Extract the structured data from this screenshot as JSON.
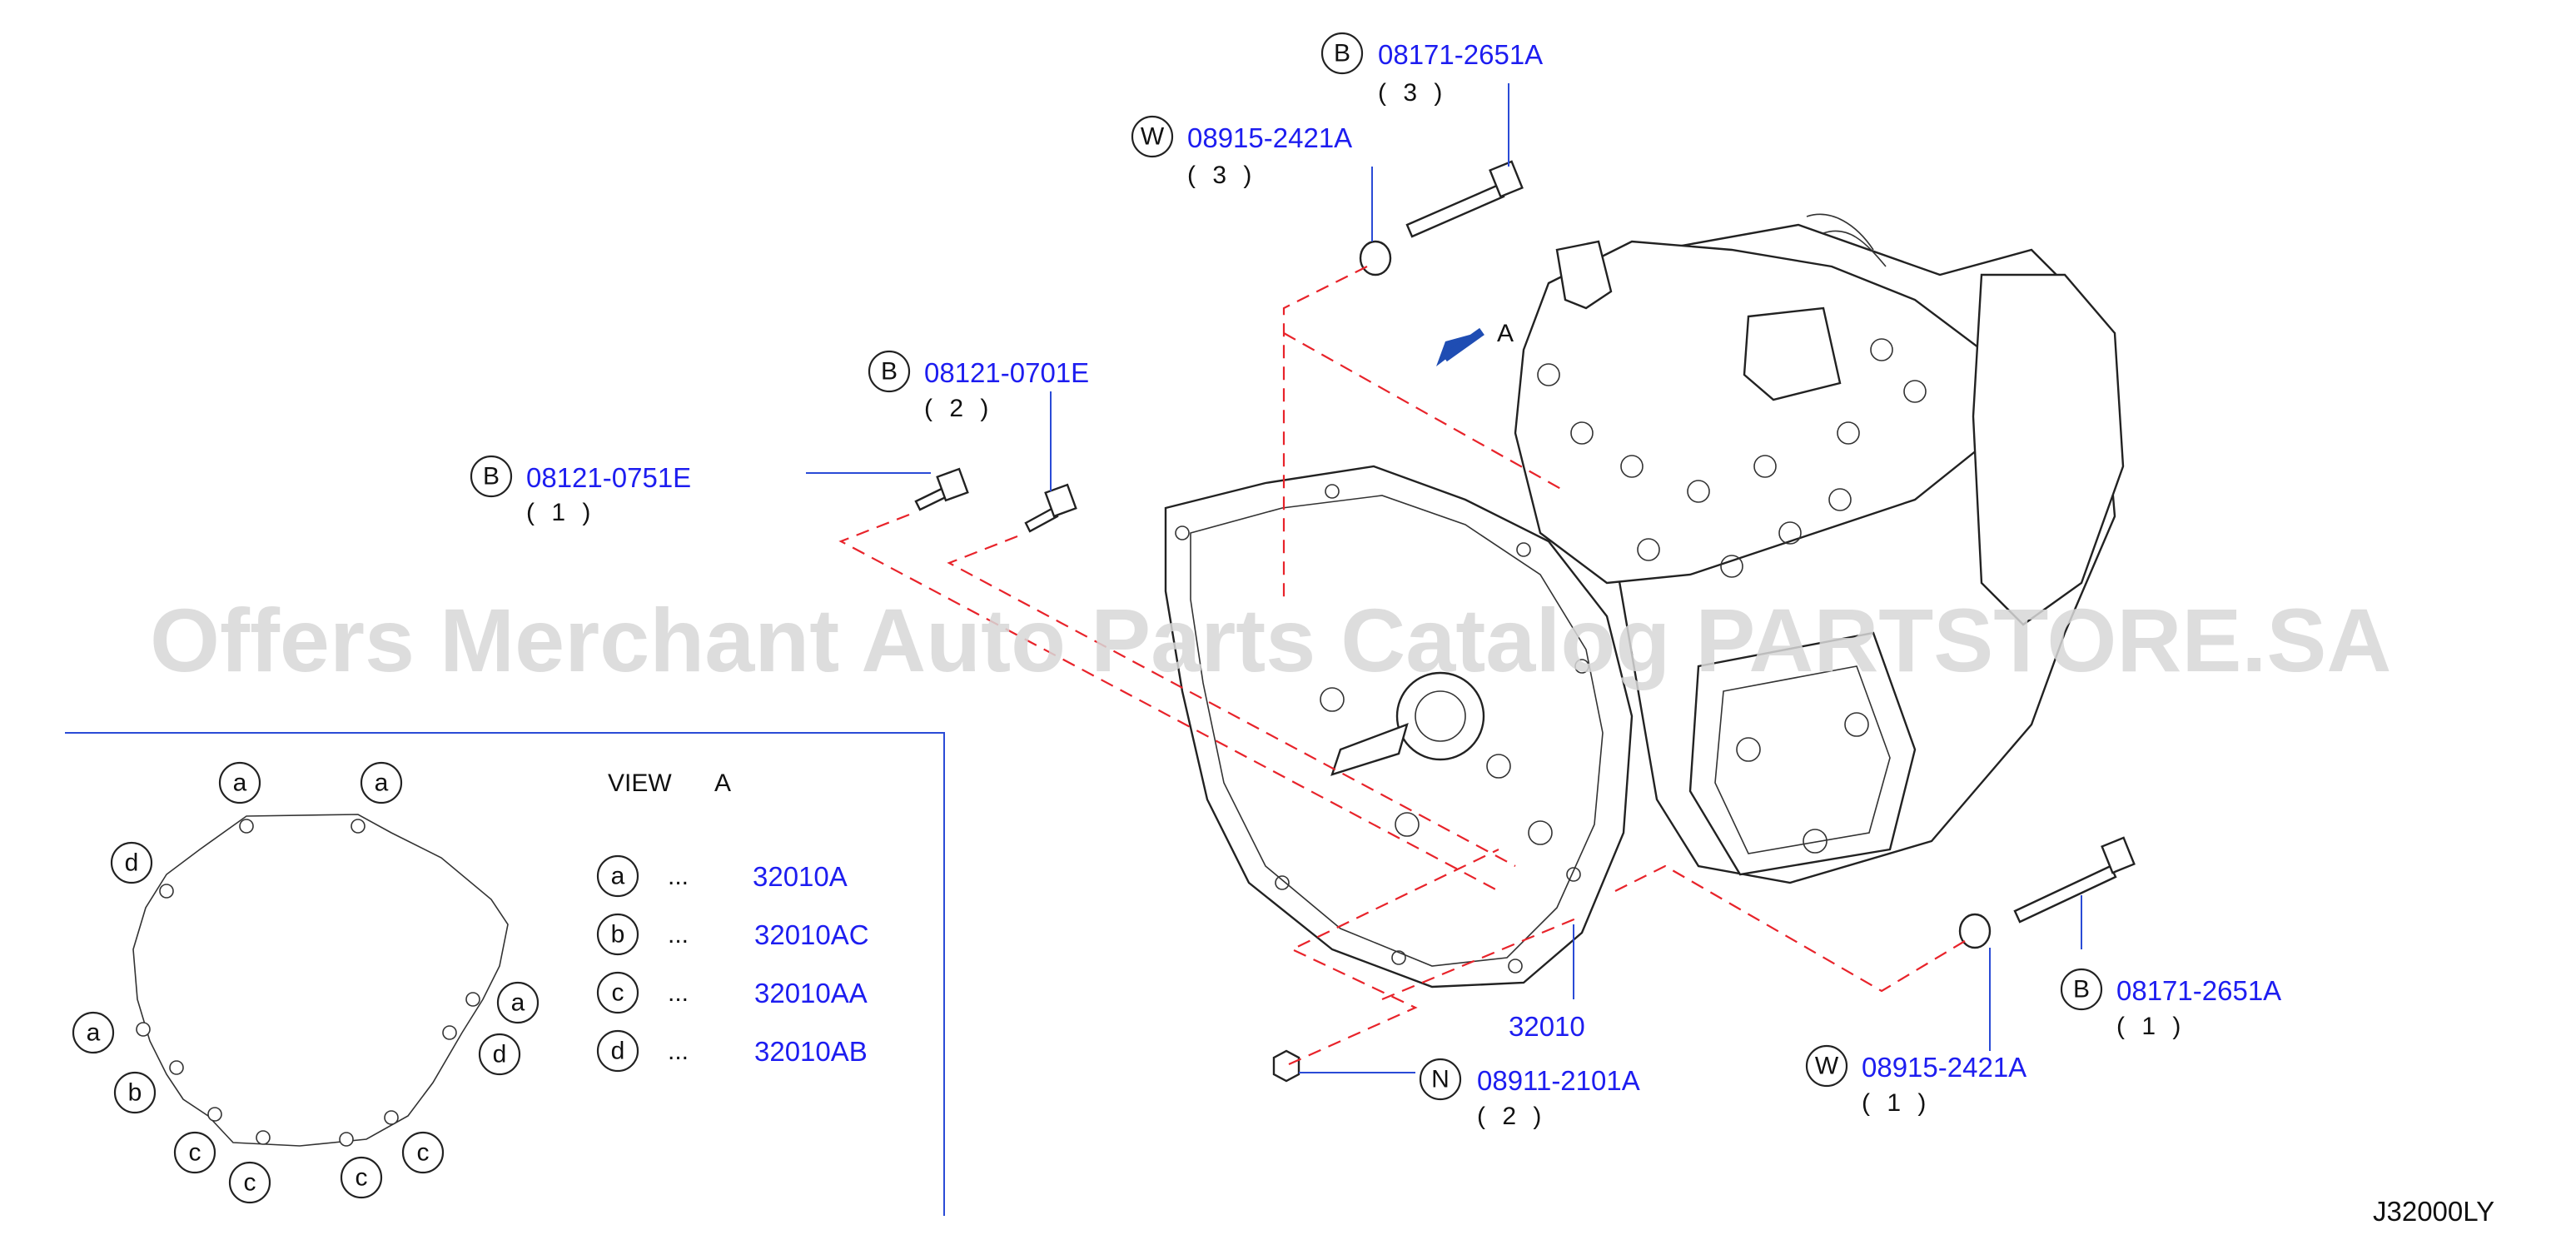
{
  "watermark": "Offers Merchant Auto Parts Catalog PARTSTORE.SA",
  "diagram_code": "J32000LY",
  "main_part": {
    "number": "32010"
  },
  "arrow_label": "A",
  "callouts": [
    {
      "letter": "B",
      "part": "08171-2651A",
      "qty": "( 3 )"
    },
    {
      "letter": "W",
      "part": "08915-2421A",
      "qty": "( 3 )"
    },
    {
      "letter": "B",
      "part": "08121-0701E",
      "qty": "( 2 )"
    },
    {
      "letter": "B",
      "part": "08121-0751E",
      "qty": "( 1 )"
    },
    {
      "letter": "B",
      "part": "08171-2651A",
      "qty": "( 1 )"
    },
    {
      "letter": "W",
      "part": "08915-2421A",
      "qty": "( 1 )"
    },
    {
      "letter": "N",
      "part": "08911-2101A",
      "qty": "( 2 )"
    }
  ],
  "view": {
    "title": "VIEW",
    "letter": "A",
    "legend": [
      {
        "letter": "a",
        "dots": "...",
        "part": "32010A"
      },
      {
        "letter": "b",
        "dots": "...",
        "part": "32010AC"
      },
      {
        "letter": "c",
        "dots": "...",
        "part": "32010AA"
      },
      {
        "letter": "d",
        "dots": "...",
        "part": "32010AB"
      }
    ],
    "hole_labels": [
      "a",
      "a",
      "d",
      "a",
      "a",
      "d",
      "b",
      "c",
      "c",
      "c",
      "c"
    ]
  }
}
